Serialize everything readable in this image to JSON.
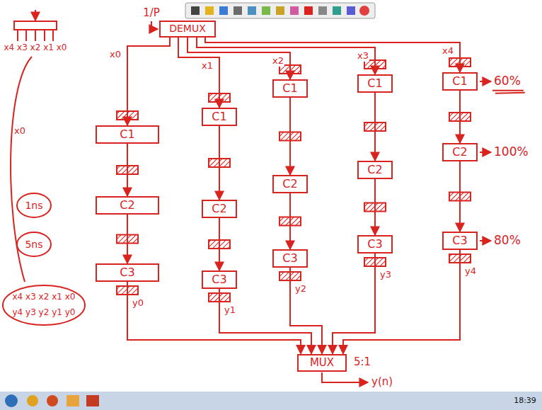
{
  "diagram": {
    "nodes": [
      {
        "text": [
          "DEMUX"
        ]
      },
      {
        "text": [
          "C1"
        ]
      },
      {
        "text": [
          "C2"
        ]
      },
      {
        "text": [
          "C3"
        ]
      },
      {
        "text": [
          "C1"
        ]
      },
      {
        "text": [
          "C2"
        ]
      },
      {
        "text": [
          "C3"
        ]
      },
      {
        "text": [
          "C1"
        ]
      },
      {
        "text": [
          "C2"
        ]
      },
      {
        "text": [
          "C3"
        ]
      },
      {
        "text": [
          "C1"
        ]
      },
      {
        "text": [
          "C2"
        ]
      },
      {
        "text": [
          "C3"
        ]
      },
      {
        "text": [
          "C1"
        ]
      },
      {
        "text": [
          "C2"
        ]
      },
      {
        "text": [
          "C3"
        ]
      },
      {
        "text": [
          "MUX"
        ]
      }
    ],
    "edges": [
      {
        "from": 0,
        "to": 1,
        "arrow": "to",
        "label": "x0"
      },
      {
        "from": 0,
        "to": 4,
        "arrow": "to",
        "label": "x1"
      },
      {
        "from": 0,
        "to": 7,
        "arrow": "to",
        "label": "x2"
      },
      {
        "from": 0,
        "to": 10,
        "arrow": "to",
        "label": "x3"
      },
      {
        "from": 0,
        "to": 13,
        "arrow": "to",
        "label": "x4"
      },
      {
        "from": 1,
        "to": 2,
        "arrow": "to"
      },
      {
        "from": 2,
        "to": 3,
        "arrow": "to"
      },
      {
        "from": 4,
        "to": 5,
        "arrow": "to"
      },
      {
        "from": 5,
        "to": 6,
        "arrow": "to"
      },
      {
        "from": 7,
        "to": 8,
        "arrow": "to"
      },
      {
        "from": 8,
        "to": 9,
        "arrow": "to"
      },
      {
        "from": 10,
        "to": 11,
        "arrow": "to"
      },
      {
        "from": 11,
        "to": 12,
        "arrow": "to"
      },
      {
        "from": 13,
        "to": 14,
        "arrow": "to"
      },
      {
        "from": 14,
        "to": 15,
        "arrow": "to"
      },
      {
        "from": 3,
        "to": 16,
        "arrow": "to",
        "label": "y0"
      },
      {
        "from": 6,
        "to": 16,
        "arrow": "to",
        "label": "y1"
      },
      {
        "from": 9,
        "to": 16,
        "arrow": "to",
        "label": "y2"
      },
      {
        "from": 12,
        "to": 16,
        "arrow": "to",
        "label": "y3"
      },
      {
        "from": 15,
        "to": 16,
        "arrow": "to",
        "label": "y4"
      }
    ],
    "labels": [
      "1/P",
      "x4 x3 x2 x1 x0",
      "x0",
      "1ns",
      "5ns",
      "x4 x3 x2 x1 x0",
      "y4 y3 y2 y1 y0",
      "60%",
      "100%",
      "80%",
      "5:1",
      "y(n)",
      "18:39"
    ]
  }
}
